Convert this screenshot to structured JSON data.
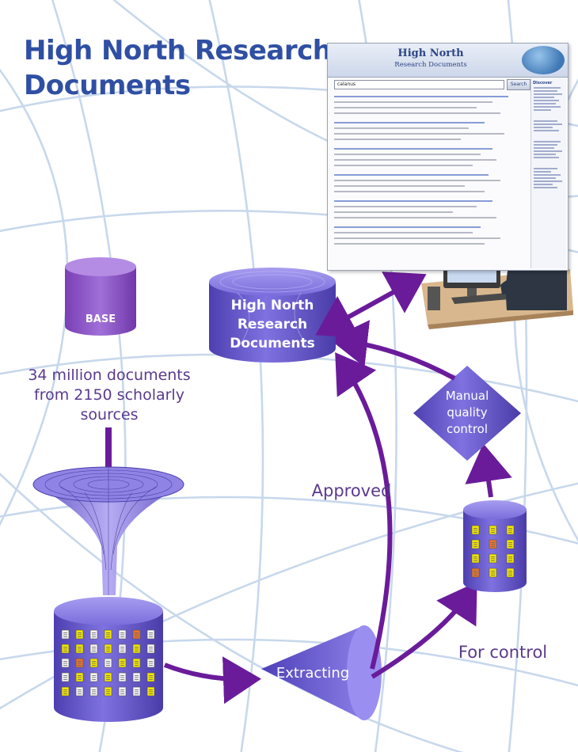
{
  "title": {
    "line1": "High North Research",
    "line2": "Documents"
  },
  "screenshot": {
    "header_title": "High North",
    "header_subtitle": "Research Documents",
    "search_value": "calanus",
    "search_button": "Search",
    "sidebar_heading": "Discover"
  },
  "base": {
    "label": "BASE",
    "description": [
      "34 million documents",
      "from 2150 scholarly",
      "sources"
    ]
  },
  "hnrd_db": {
    "lines": [
      "High North",
      "Research",
      "Documents"
    ]
  },
  "manual_qc": {
    "lines": [
      "Manual",
      "quality",
      "control"
    ]
  },
  "extracting": {
    "label": "Extracting"
  },
  "edges": {
    "approved": "Approved",
    "for_control": "For control"
  },
  "colors": {
    "title_blue": "#2f4fa3",
    "cylinder_purple": "#6a5acd",
    "arrow_purple": "#6a1b9a",
    "label_purple": "#5a3a8c",
    "grid_blue": "#c5d6ec",
    "doc_yellow": "#f2e600",
    "doc_orange": "#e8742a",
    "doc_white": "#f4f4f4"
  }
}
